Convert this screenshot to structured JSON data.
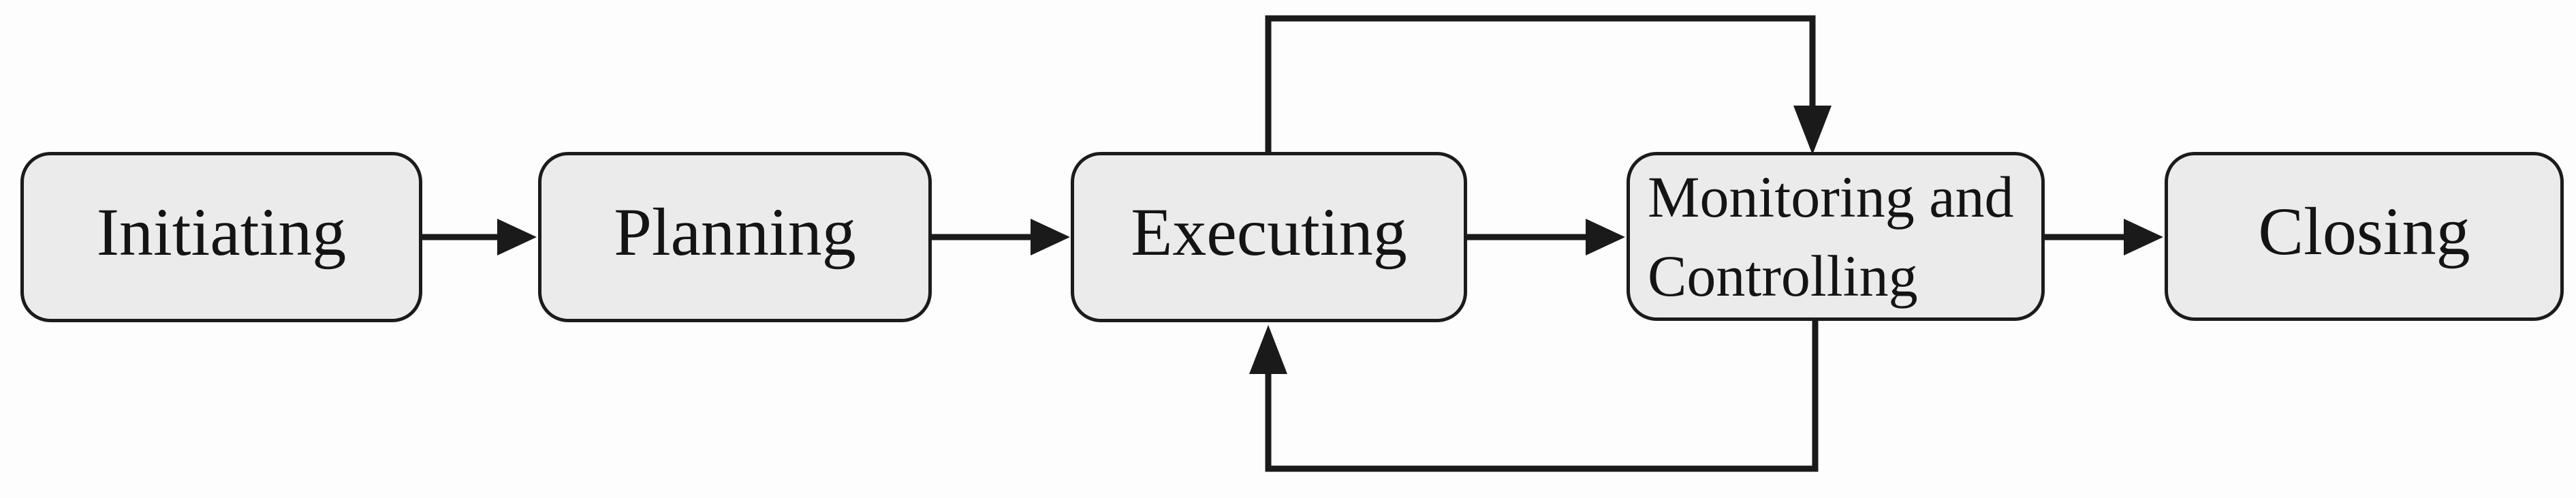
{
  "diagram": {
    "nodes": [
      {
        "id": "initiating",
        "label": "Initiating"
      },
      {
        "id": "planning",
        "label": "Planning"
      },
      {
        "id": "executing",
        "label": "Executing"
      },
      {
        "id": "monitoring",
        "label": "Monitoring and Controlling"
      },
      {
        "id": "closing",
        "label": "Closing"
      }
    ],
    "edges": [
      {
        "from": "Initiating",
        "to": "Planning",
        "type": "forward-arrow"
      },
      {
        "from": "Planning",
        "to": "Executing",
        "type": "forward-arrow"
      },
      {
        "from": "Executing",
        "to": "Monitoring and Controlling",
        "type": "forward-arrow"
      },
      {
        "from": "Monitoring and Controlling",
        "to": "Closing",
        "type": "forward-arrow"
      },
      {
        "from": "Executing",
        "to": "Monitoring and Controlling",
        "type": "feedback-loop-top"
      },
      {
        "from": "Monitoring and Controlling",
        "to": "Executing",
        "type": "feedback-loop-bottom"
      }
    ],
    "colors": {
      "node_fill": "#ebebeb",
      "node_border": "#1b1b1b",
      "arrow": "#1a1a1a",
      "text": "#141414",
      "background": "#fdfdfd"
    }
  }
}
